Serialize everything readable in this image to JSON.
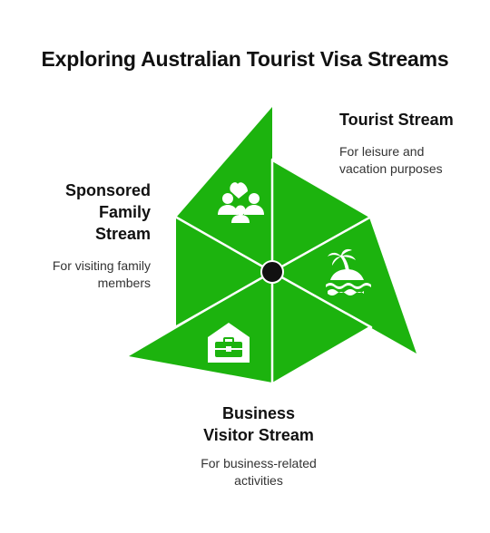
{
  "title": "Exploring Australian Tourist Visa Streams",
  "colors": {
    "segment": "#1cb30e",
    "divider": "#ffffff",
    "hub": "#111111"
  },
  "streams": [
    {
      "name": "Tourist Stream",
      "description": "For leisure and vacation purposes",
      "icon": "island-palm-icon"
    },
    {
      "name": "Sponsored Family Stream",
      "description": "For visiting family members",
      "icon": "family-heart-icon"
    },
    {
      "name": "Business Visitor Stream",
      "description": "For business-related activities",
      "icon": "briefcase-house-icon"
    }
  ]
}
